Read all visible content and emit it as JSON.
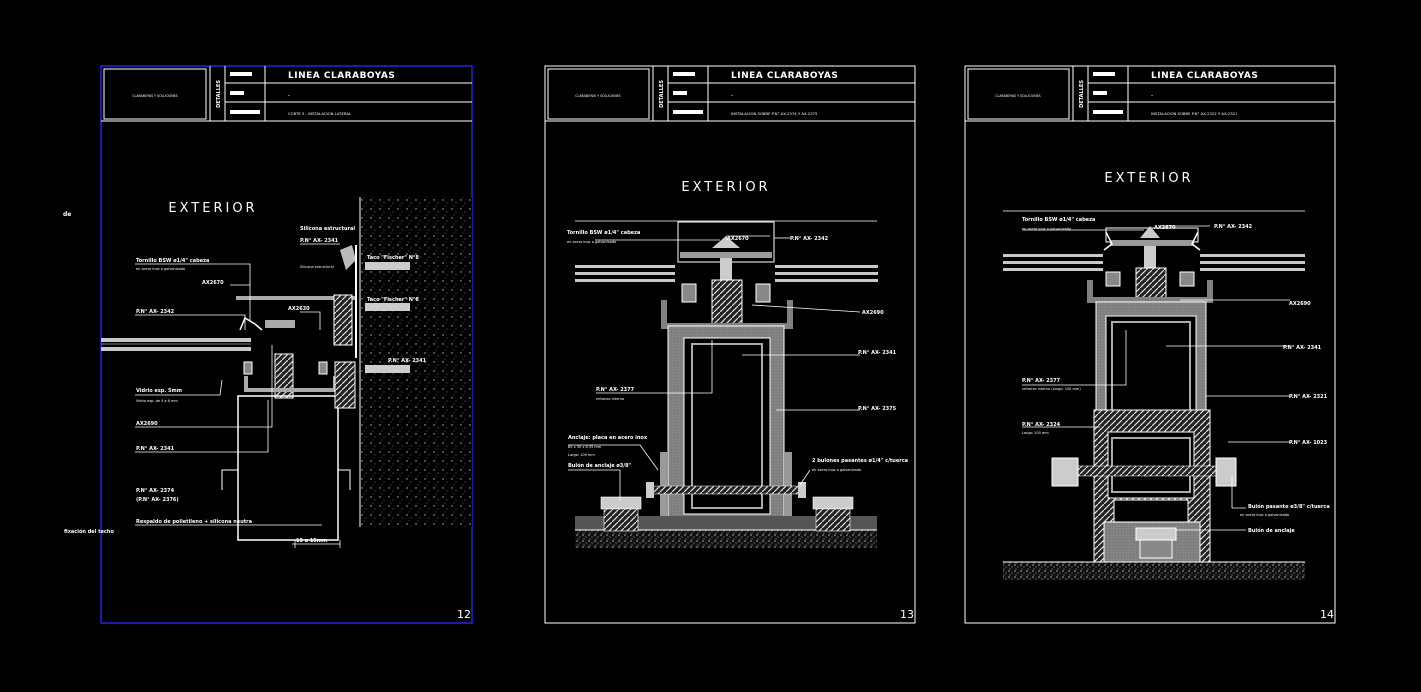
{
  "stray_mark": "de",
  "sheets": [
    {
      "title": "LINEA CLARABOYAS",
      "side": "DETALLES",
      "logo": "CLARABOYAS Y SOLUCIONES",
      "dash": "-",
      "subtitle": "CORTE 3 - INSTALACION LATERAL",
      "exterior": "EXTERIOR",
      "page": "12",
      "labels": [
        "Silicona estructural",
        "P.N° AX- 2341",
        "Tornillo BSW ø1/4\" cabeza",
        "en acero inox o galvanizado",
        "Silicona estructural",
        "Taco \"Fischer\" N°8",
        "AX2670",
        "Taco \"Fischer\" N°8",
        "P.N° AX- 2342",
        "AX2630",
        "P.N° AX- 2341",
        "Vidrio esp. 5mm",
        "Vidrio esp. de 5 a 6 mm",
        "AX2690",
        "P.N° AX- 2341",
        "P.N° AX- 2374",
        "(P.N° AX- 2376)",
        "Respaldo de polietileno + silicona neutra",
        "fixación del techo",
        "15 a 15mm"
      ]
    },
    {
      "title": "LINEA CLARABOYAS",
      "side": "DETALLES",
      "logo": "CLARABOYAS Y SOLUCIONES",
      "dash": "-",
      "subtitle": "INSTALACION SOBRE P.N° AX-2374 Y AX-2375",
      "exterior": "EXTERIOR",
      "page": "13",
      "labels": [
        "Tornillo BSW ø1/4\" cabeza",
        "en acero inox o galvanizado",
        "AX2670",
        "P.N° AX- 2342",
        "AX2690",
        "P.N° AX- 2341",
        "P.N° AX- 2377",
        "refuerzo interno",
        "P.N° AX- 2375",
        "Anclaje: placa en acero inox",
        "80 x 30 x 6.35 mm",
        "Largo: 100 mm",
        "Bulón de anclaje ø3/8\"",
        "2 bulones pasantes ø1/4\" c/tuerca",
        "en acero inox o galvanizado"
      ]
    },
    {
      "title": "LINEA CLARABOYAS",
      "side": "DETALLES",
      "logo": "CLARABOYAS Y SOLUCIONES",
      "dash": "-",
      "subtitle": "INSTALACION SOBRE P.N° AX-2322 Y AX-2321",
      "exterior": "EXTERIOR",
      "page": "14",
      "labels": [
        "Tornillo BSW ø1/4\" cabeza",
        "en acero inox o galvanizado",
        "AX2670",
        "P.N° AX- 2342",
        "AX2690",
        "P.N° AX- 2341",
        "P.N° AX- 2377",
        "refuerzo interno (Largo: 100 mm)",
        "P.N° AX- 2321",
        "P.N° AX- 2324",
        "Largo: 100 mm",
        "P.N° AX- 1023",
        "Bulón pasante ø3/8\" c/tuerca",
        "en acero inox o galvanizado",
        "Bulón de anclaje"
      ]
    }
  ],
  "colors": {
    "background": "#000000",
    "sheet_border_selected": "#2a2aff",
    "line": "#ffffff",
    "profile": "#9a9a9a",
    "glass": "#c8c8c8",
    "wall": "#cfcfcf"
  }
}
